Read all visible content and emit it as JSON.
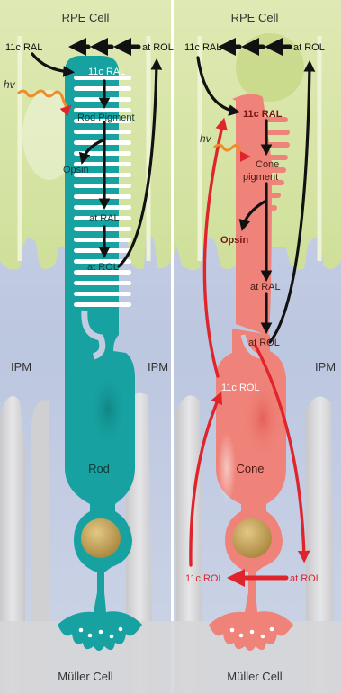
{
  "panels": {
    "left": {
      "header": "RPE Cell",
      "cell_name": "Rod",
      "footer": "Müller Cell"
    },
    "right": {
      "header": "RPE Cell",
      "cell_name": "Cone",
      "footer": "Müller Cell"
    }
  },
  "ipm": {
    "left": "IPM",
    "middle": "IPM",
    "right": "IPM"
  },
  "rod_cycle": {
    "rpe_11c_ral": "11c RAL",
    "rpe_at_rol": "at ROL",
    "os_11c_ral": "11c RAL",
    "hv": "hv",
    "pigment": "Rod Pigment",
    "opsin": "Opsin",
    "at_ral": "at RAL",
    "at_rol": "at ROL"
  },
  "cone_cycle": {
    "rpe_11c_ral": "11c RAL",
    "rpe_at_rol": "at ROL",
    "os_11c_ral": "11c RAL",
    "hv": "hv",
    "pigment_1": "Cone",
    "pigment_2": "pigment",
    "opsin": "Opsin",
    "at_ral": "at RAL",
    "at_rol": "at ROL",
    "is_11c_rol": "11c ROL",
    "muller_11c_rol": "11c ROL",
    "muller_at_rol": "at ROL"
  },
  "colors": {
    "rpe": "#d8e6a4",
    "ipm": "#c3cde2",
    "muller": "#d4d4d6",
    "rod": "#17a2a1",
    "cone": "#ef8379",
    "nucleus": "#c9a85c",
    "black_arrow": "#111111",
    "red_arrow": "#e0242c",
    "hv": "#ef8c2a"
  }
}
